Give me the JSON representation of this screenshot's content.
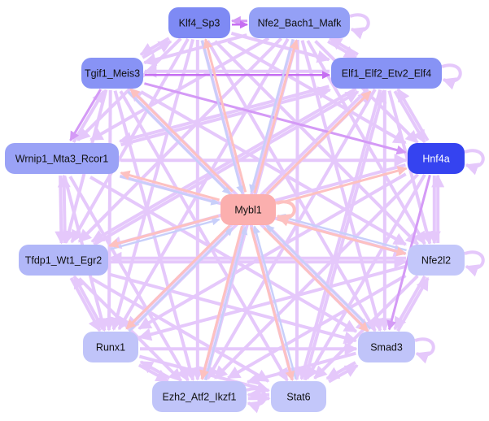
{
  "title": "Transcription factor regulatory network",
  "colors": {
    "edge_default": "#e5c8fb",
    "edge_strong": "#c66ff2",
    "edge_medium": "#d49af6",
    "edge_from_center": "#fdc1c0",
    "edge_to_center": "#c8cffa",
    "text_dark": "#111111",
    "text_light": "#ffffff"
  },
  "nodes": [
    {
      "id": "Klf4_Sp3",
      "label": "Klf4_Sp3",
      "fill": "#7e8af4",
      "text": "dark"
    },
    {
      "id": "Nfe2_Bach1_Mafk",
      "label": "Nfe2_Bach1_Mafk",
      "fill": "#94a0f6",
      "text": "dark"
    },
    {
      "id": "Tgif1_Meis3",
      "label": "Tgif1_Meis3",
      "fill": "#8893f5",
      "text": "dark"
    },
    {
      "id": "Elf1_Elf2_Etv2_Elf4",
      "label": "Elf1_Elf2_Etv2_Elf4",
      "fill": "#8793f5",
      "text": "dark"
    },
    {
      "id": "Wrnip1_Mta3_Rcor1",
      "label": "Wrnip1_Mta3_Rcor1",
      "fill": "#9aa2f6",
      "text": "dark"
    },
    {
      "id": "Hnf4a",
      "label": "Hnf4a",
      "fill": "#3543f0",
      "text": "light"
    },
    {
      "id": "Mybl1",
      "label": "Mybl1",
      "fill": "#fbafae",
      "text": "dark"
    },
    {
      "id": "Tfdp1_Wt1_Egr2",
      "label": "Tfdp1_Wt1_Egr2",
      "fill": "#b1b7f8",
      "text": "dark"
    },
    {
      "id": "Nfe2l2",
      "label": "Nfe2l2",
      "fill": "#c3c7fa",
      "text": "dark"
    },
    {
      "id": "Runx1",
      "label": "Runx1",
      "fill": "#c0c4f9",
      "text": "dark"
    },
    {
      "id": "Smad3",
      "label": "Smad3",
      "fill": "#c0c4f9",
      "text": "dark"
    },
    {
      "id": "Ezh2_Atf2_Ikzf1",
      "label": "Ezh2_Atf2_Ikzf1",
      "fill": "#c0c4f9",
      "text": "dark"
    },
    {
      "id": "Stat6",
      "label": "Stat6",
      "fill": "#c3c7fa",
      "text": "dark"
    }
  ],
  "edges": [
    {
      "from": "Klf4_Sp3",
      "to": "Nfe2_Bach1_Mafk",
      "style": "strong"
    },
    {
      "from": "Nfe2_Bach1_Mafk",
      "to": "Klf4_Sp3",
      "style": "medium"
    },
    {
      "from": "Tgif1_Meis3",
      "to": "Elf1_Elf2_Etv2_Elf4",
      "style": "strong"
    },
    {
      "from": "Elf1_Elf2_Etv2_Elf4",
      "to": "Tgif1_Meis3",
      "style": "default"
    },
    {
      "from": "Klf4_Sp3",
      "to": "Tgif1_Meis3",
      "style": "default"
    },
    {
      "from": "Tgif1_Meis3",
      "to": "Klf4_Sp3",
      "style": "default"
    },
    {
      "from": "Nfe2_Bach1_Mafk",
      "to": "Elf1_Elf2_Etv2_Elf4",
      "style": "default"
    },
    {
      "from": "Elf1_Elf2_Etv2_Elf4",
      "to": "Nfe2_Bach1_Mafk",
      "style": "default"
    },
    {
      "from": "Tgif1_Meis3",
      "to": "Wrnip1_Mta3_Rcor1",
      "style": "medium"
    },
    {
      "from": "Wrnip1_Mta3_Rcor1",
      "to": "Tgif1_Meis3",
      "style": "default"
    },
    {
      "from": "Elf1_Elf2_Etv2_Elf4",
      "to": "Hnf4a",
      "style": "default"
    },
    {
      "from": "Hnf4a",
      "to": "Elf1_Elf2_Etv2_Elf4",
      "style": "default"
    },
    {
      "from": "Wrnip1_Mta3_Rcor1",
      "to": "Tfdp1_Wt1_Egr2",
      "style": "default"
    },
    {
      "from": "Tfdp1_Wt1_Egr2",
      "to": "Wrnip1_Mta3_Rcor1",
      "style": "default"
    },
    {
      "from": "Hnf4a",
      "to": "Nfe2l2",
      "style": "default"
    },
    {
      "from": "Nfe2l2",
      "to": "Hnf4a",
      "style": "default"
    },
    {
      "from": "Tfdp1_Wt1_Egr2",
      "to": "Runx1",
      "style": "default"
    },
    {
      "from": "Runx1",
      "to": "Tfdp1_Wt1_Egr2",
      "style": "default"
    },
    {
      "from": "Nfe2l2",
      "to": "Smad3",
      "style": "default"
    },
    {
      "from": "Smad3",
      "to": "Nfe2l2",
      "style": "default"
    },
    {
      "from": "Runx1",
      "to": "Ezh2_Atf2_Ikzf1",
      "style": "default"
    },
    {
      "from": "Ezh2_Atf2_Ikzf1",
      "to": "Runx1",
      "style": "default"
    },
    {
      "from": "Smad3",
      "to": "Stat6",
      "style": "default"
    },
    {
      "from": "Stat6",
      "to": "Smad3",
      "style": "default"
    },
    {
      "from": "Ezh2_Atf2_Ikzf1",
      "to": "Stat6",
      "style": "default"
    },
    {
      "from": "Stat6",
      "to": "Ezh2_Atf2_Ikzf1",
      "style": "default"
    },
    {
      "from": "Klf4_Sp3",
      "to": "Ezh2_Atf2_Ikzf1",
      "style": "default"
    },
    {
      "from": "Klf4_Sp3",
      "to": "Stat6",
      "style": "default"
    },
    {
      "from": "Klf4_Sp3",
      "to": "Smad3",
      "style": "default"
    },
    {
      "from": "Klf4_Sp3",
      "to": "Runx1",
      "style": "default"
    },
    {
      "from": "Klf4_Sp3",
      "to": "Wrnip1_Mta3_Rcor1",
      "style": "default"
    },
    {
      "from": "Klf4_Sp3",
      "to": "Nfe2l2",
      "style": "default"
    },
    {
      "from": "Klf4_Sp3",
      "to": "Hnf4a",
      "style": "default"
    },
    {
      "from": "Klf4_Sp3",
      "to": "Elf1_Elf2_Etv2_Elf4",
      "style": "default"
    },
    {
      "from": "Klf4_Sp3",
      "to": "Tfdp1_Wt1_Egr2",
      "style": "default"
    },
    {
      "from": "Nfe2_Bach1_Mafk",
      "to": "Tgif1_Meis3",
      "style": "default"
    },
    {
      "from": "Nfe2_Bach1_Mafk",
      "to": "Wrnip1_Mta3_Rcor1",
      "style": "default"
    },
    {
      "from": "Nfe2_Bach1_Mafk",
      "to": "Tfdp1_Wt1_Egr2",
      "style": "default"
    },
    {
      "from": "Nfe2_Bach1_Mafk",
      "to": "Runx1",
      "style": "default"
    },
    {
      "from": "Nfe2_Bach1_Mafk",
      "to": "Ezh2_Atf2_Ikzf1",
      "style": "default"
    },
    {
      "from": "Nfe2_Bach1_Mafk",
      "to": "Stat6",
      "style": "default"
    },
    {
      "from": "Nfe2_Bach1_Mafk",
      "to": "Smad3",
      "style": "default"
    },
    {
      "from": "Nfe2_Bach1_Mafk",
      "to": "Nfe2l2",
      "style": "default"
    },
    {
      "from": "Nfe2_Bach1_Mafk",
      "to": "Hnf4a",
      "style": "default"
    },
    {
      "from": "Tgif1_Meis3",
      "to": "Tfdp1_Wt1_Egr2",
      "style": "default"
    },
    {
      "from": "Tgif1_Meis3",
      "to": "Runx1",
      "style": "default"
    },
    {
      "from": "Tgif1_Meis3",
      "to": "Ezh2_Atf2_Ikzf1",
      "style": "default"
    },
    {
      "from": "Tgif1_Meis3",
      "to": "Stat6",
      "style": "default"
    },
    {
      "from": "Tgif1_Meis3",
      "to": "Smad3",
      "style": "default"
    },
    {
      "from": "Tgif1_Meis3",
      "to": "Nfe2l2",
      "style": "default"
    },
    {
      "from": "Tgif1_Meis3",
      "to": "Hnf4a",
      "style": "medium"
    },
    {
      "from": "Elf1_Elf2_Etv2_Elf4",
      "to": "Wrnip1_Mta3_Rcor1",
      "style": "default"
    },
    {
      "from": "Elf1_Elf2_Etv2_Elf4",
      "to": "Tfdp1_Wt1_Egr2",
      "style": "default"
    },
    {
      "from": "Elf1_Elf2_Etv2_Elf4",
      "to": "Runx1",
      "style": "default"
    },
    {
      "from": "Elf1_Elf2_Etv2_Elf4",
      "to": "Ezh2_Atf2_Ikzf1",
      "style": "default"
    },
    {
      "from": "Elf1_Elf2_Etv2_Elf4",
      "to": "Stat6",
      "style": "default"
    },
    {
      "from": "Elf1_Elf2_Etv2_Elf4",
      "to": "Smad3",
      "style": "default"
    },
    {
      "from": "Elf1_Elf2_Etv2_Elf4",
      "to": "Nfe2l2",
      "style": "default"
    },
    {
      "from": "Wrnip1_Mta3_Rcor1",
      "to": "Hnf4a",
      "style": "default"
    },
    {
      "from": "Wrnip1_Mta3_Rcor1",
      "to": "Runx1",
      "style": "default"
    },
    {
      "from": "Wrnip1_Mta3_Rcor1",
      "to": "Ezh2_Atf2_Ikzf1",
      "style": "default"
    },
    {
      "from": "Wrnip1_Mta3_Rcor1",
      "to": "Smad3",
      "style": "default"
    },
    {
      "from": "Wrnip1_Mta3_Rcor1",
      "to": "Nfe2l2",
      "style": "default"
    },
    {
      "from": "Wrnip1_Mta3_Rcor1",
      "to": "Elf1_Elf2_Etv2_Elf4",
      "style": "default"
    },
    {
      "from": "Hnf4a",
      "to": "Tfdp1_Wt1_Egr2",
      "style": "default"
    },
    {
      "from": "Hnf4a",
      "to": "Ezh2_Atf2_Ikzf1",
      "style": "default"
    },
    {
      "from": "Hnf4a",
      "to": "Stat6",
      "style": "default"
    },
    {
      "from": "Hnf4a",
      "to": "Smad3",
      "style": "medium"
    },
    {
      "from": "Hnf4a",
      "to": "Runx1",
      "style": "default"
    },
    {
      "from": "Tfdp1_Wt1_Egr2",
      "to": "Nfe2l2",
      "style": "default"
    },
    {
      "from": "Tfdp1_Wt1_Egr2",
      "to": "Smad3",
      "style": "default"
    },
    {
      "from": "Tfdp1_Wt1_Egr2",
      "to": "Stat6",
      "style": "default"
    },
    {
      "from": "Tfdp1_Wt1_Egr2",
      "to": "Ezh2_Atf2_Ikzf1",
      "style": "default"
    },
    {
      "from": "Tfdp1_Wt1_Egr2",
      "to": "Elf1_Elf2_Etv2_Elf4",
      "style": "default"
    },
    {
      "from": "Nfe2l2",
      "to": "Runx1",
      "style": "default"
    },
    {
      "from": "Nfe2l2",
      "to": "Ezh2_Atf2_Ikzf1",
      "style": "default"
    },
    {
      "from": "Nfe2l2",
      "to": "Stat6",
      "style": "default"
    },
    {
      "from": "Nfe2l2",
      "to": "Tfdp1_Wt1_Egr2",
      "style": "default"
    },
    {
      "from": "Runx1",
      "to": "Smad3",
      "style": "default"
    },
    {
      "from": "Runx1",
      "to": "Stat6",
      "style": "default"
    },
    {
      "from": "Runx1",
      "to": "Elf1_Elf2_Etv2_Elf4",
      "style": "default"
    },
    {
      "from": "Smad3",
      "to": "Ezh2_Atf2_Ikzf1",
      "style": "default"
    },
    {
      "from": "Smad3",
      "to": "Tgif1_Meis3",
      "style": "default"
    },
    {
      "from": "Stat6",
      "to": "Elf1_Elf2_Etv2_Elf4",
      "style": "default"
    },
    {
      "from": "Ezh2_Atf2_Ikzf1",
      "to": "Nfe2_Bach1_Mafk",
      "style": "default"
    },
    {
      "from": "Mybl1",
      "to": "Tgif1_Meis3",
      "style": "from_center"
    },
    {
      "from": "Mybl1",
      "to": "Nfe2_Bach1_Mafk",
      "style": "from_center"
    },
    {
      "from": "Mybl1",
      "to": "Elf1_Elf2_Etv2_Elf4",
      "style": "from_center"
    },
    {
      "from": "Mybl1",
      "to": "Wrnip1_Mta3_Rcor1",
      "style": "from_center"
    },
    {
      "from": "Mybl1",
      "to": "Hnf4a",
      "style": "from_center"
    },
    {
      "from": "Mybl1",
      "to": "Tfdp1_Wt1_Egr2",
      "style": "from_center"
    },
    {
      "from": "Mybl1",
      "to": "Nfe2l2",
      "style": "from_center"
    },
    {
      "from": "Mybl1",
      "to": "Runx1",
      "style": "from_center"
    },
    {
      "from": "Mybl1",
      "to": "Smad3",
      "style": "from_center"
    },
    {
      "from": "Mybl1",
      "to": "Ezh2_Atf2_Ikzf1",
      "style": "from_center"
    },
    {
      "from": "Mybl1",
      "to": "Stat6",
      "style": "from_center"
    },
    {
      "from": "Mybl1",
      "to": "Klf4_Sp3",
      "style": "from_center"
    },
    {
      "from": "Tgif1_Meis3",
      "to": "Mybl1",
      "style": "to_center"
    },
    {
      "from": "Nfe2_Bach1_Mafk",
      "to": "Mybl1",
      "style": "to_center"
    },
    {
      "from": "Wrnip1_Mta3_Rcor1",
      "to": "Mybl1",
      "style": "to_center"
    },
    {
      "from": "Tfdp1_Wt1_Egr2",
      "to": "Mybl1",
      "style": "to_center"
    },
    {
      "from": "Nfe2l2",
      "to": "Mybl1",
      "style": "to_center"
    },
    {
      "from": "Runx1",
      "to": "Mybl1",
      "style": "to_center"
    },
    {
      "from": "Smad3",
      "to": "Mybl1",
      "style": "to_center"
    },
    {
      "from": "Ezh2_Atf2_Ikzf1",
      "to": "Mybl1",
      "style": "to_center"
    },
    {
      "from": "Stat6",
      "to": "Mybl1",
      "style": "to_center"
    },
    {
      "from": "Klf4_Sp3",
      "to": "Mybl1",
      "style": "to_center"
    }
  ],
  "self_loops": [
    {
      "node": "Nfe2_Bach1_Mafk",
      "side": "right"
    },
    {
      "node": "Elf1_Elf2_Etv2_Elf4",
      "side": "right"
    },
    {
      "node": "Hnf4a",
      "side": "right"
    },
    {
      "node": "Mybl1",
      "side": "right"
    },
    {
      "node": "Nfe2l2",
      "side": "right"
    },
    {
      "node": "Smad3",
      "side": "right"
    },
    {
      "node": "Ezh2_Atf2_Ikzf1",
      "side": "right"
    }
  ]
}
